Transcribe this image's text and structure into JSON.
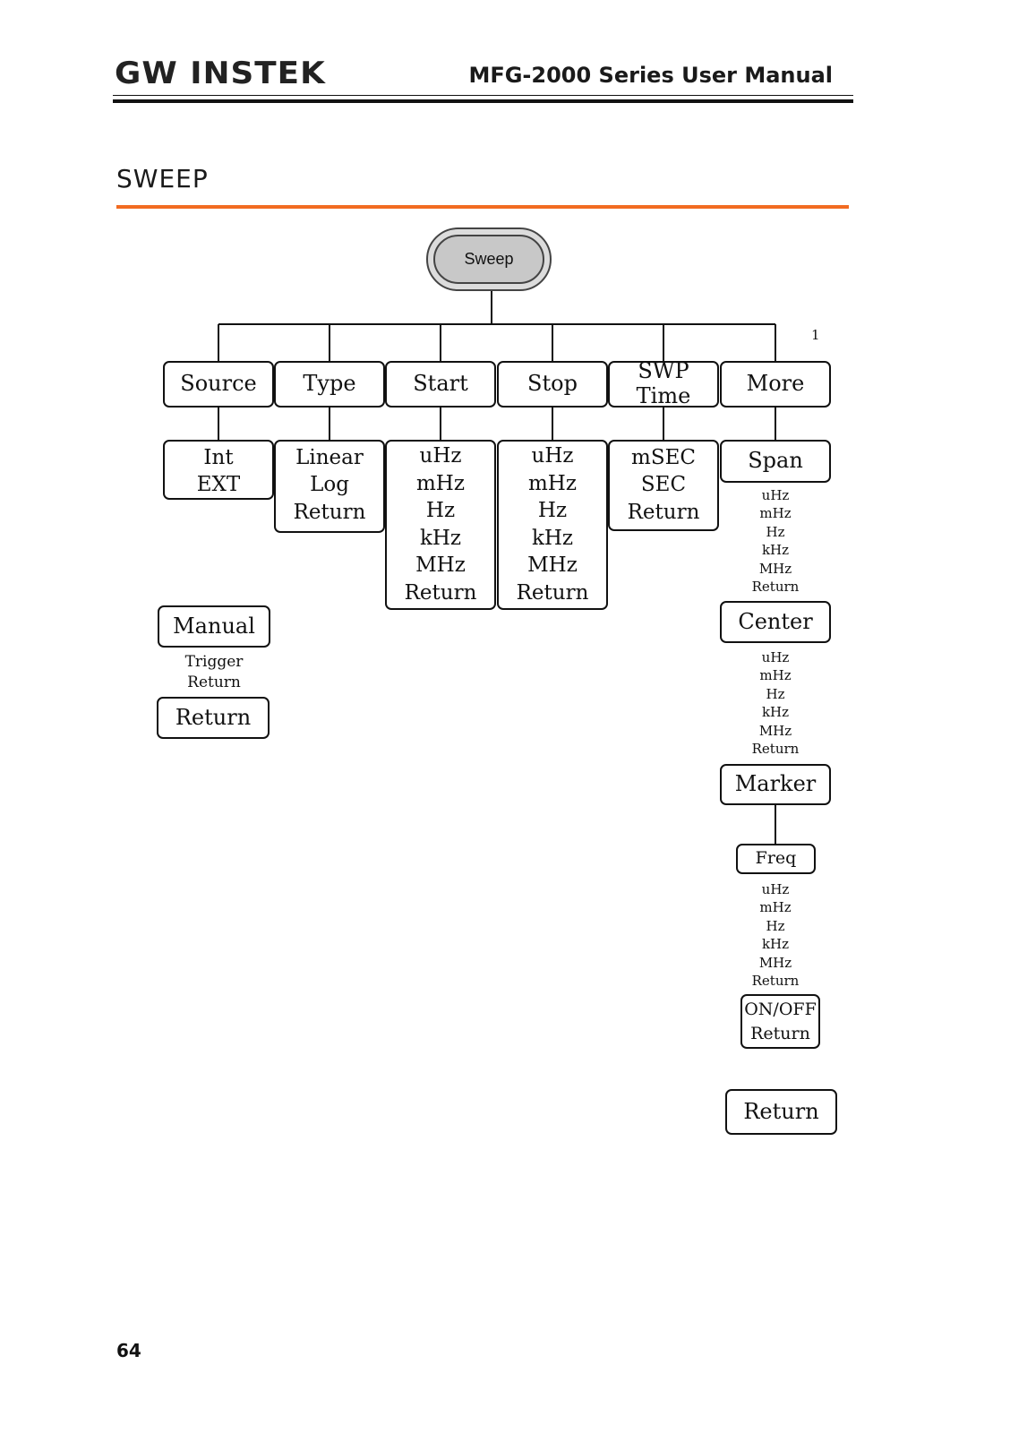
{
  "header": {
    "logo": "GW INSTEK",
    "manual_title": "MFG-2000 Series User Manual"
  },
  "section": {
    "title": "SWEEP"
  },
  "page_number": "64",
  "tree": {
    "root": "Sweep",
    "page_marker": "1",
    "top_level": [
      "Source",
      "Type",
      "Start",
      "Stop",
      "SWP Time",
      "More"
    ],
    "source_options": [
      "Int",
      "EXT"
    ],
    "type_options": [
      "Linear",
      "Log",
      "Return"
    ],
    "start_options": [
      "uHz",
      "mHz",
      "Hz",
      "kHz",
      "MHz",
      "Return"
    ],
    "stop_options": [
      "uHz",
      "mHz",
      "Hz",
      "kHz",
      "MHz",
      "Return"
    ],
    "swp_time_options": [
      "mSEC",
      "SEC",
      "Return"
    ],
    "manual": {
      "label": "Manual",
      "sub": [
        "Trigger",
        "Return"
      ],
      "return_label": "Return"
    },
    "more": {
      "span": {
        "label": "Span",
        "units": [
          "uHz",
          "mHz",
          "Hz",
          "kHz",
          "MHz",
          "Return"
        ]
      },
      "center": {
        "label": "Center",
        "units": [
          "uHz",
          "mHz",
          "Hz",
          "kHz",
          "MHz",
          "Return"
        ]
      },
      "marker": {
        "label": "Marker",
        "freq": {
          "label": "Freq",
          "units": [
            "uHz",
            "mHz",
            "Hz",
            "kHz",
            "MHz",
            "Return"
          ]
        },
        "onoff": [
          "ON/OFF",
          "Return"
        ]
      },
      "return_label": "Return"
    }
  }
}
